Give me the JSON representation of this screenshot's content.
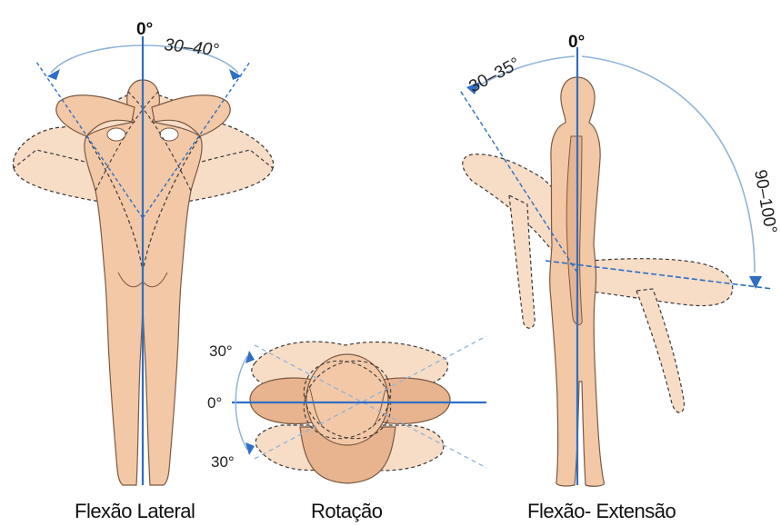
{
  "panels": {
    "lateral": {
      "caption": "Flexão Lateral",
      "zero": "0°",
      "range": "30–40°"
    },
    "rotation": {
      "caption": "Rotação",
      "top": "30°",
      "zero": "0°",
      "bottom": "30°"
    },
    "flexion": {
      "caption": "Flexão- Extensão",
      "zero": "0°",
      "extension": "30–35°",
      "flexion": "90–100°"
    }
  },
  "colors": {
    "skin": "#f3c8a6",
    "skin_shade": "#e8b48f",
    "ghost": "#f7dcc6",
    "axis": "#2f6fc4",
    "arc": "#8fb4da",
    "outline": "#7a5a44",
    "dash": "#3a3a3a"
  }
}
